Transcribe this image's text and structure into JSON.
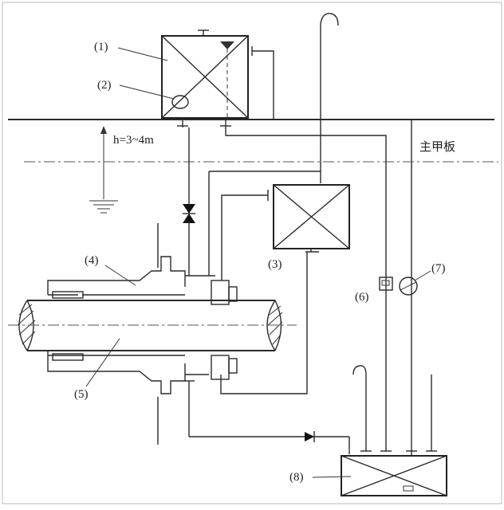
{
  "diagram": {
    "labels": {
      "tank_1": "(1)",
      "item_2": "(2)",
      "tank_3": "(3)",
      "item_4": "(4)",
      "shaft_5": "(5)",
      "item_6": "(6)",
      "item_7": "(7)",
      "tank_8": "(8)",
      "height": "h=3~4m",
      "main_deck": "主甲板"
    }
  }
}
